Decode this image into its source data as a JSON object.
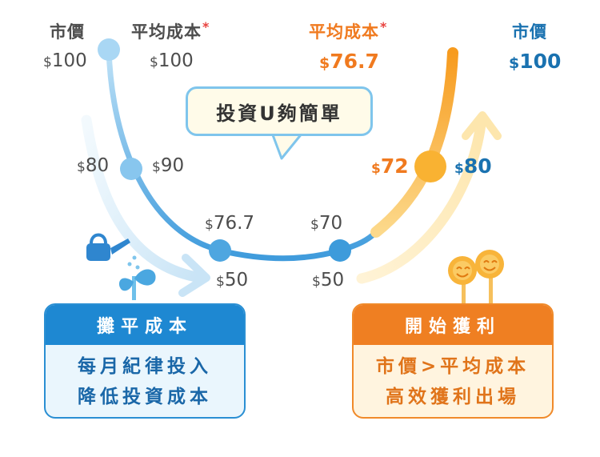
{
  "header": {
    "left_market": "市價",
    "left_cost": "平均成本",
    "right_cost": "平均成本",
    "right_market": "市價",
    "asterisk": "*"
  },
  "currency": "$",
  "prices": {
    "left_market_top": "100",
    "left_cost_top": "100",
    "right_cost_top": "76.7",
    "right_market_top": "100",
    "left_market_mid": "80",
    "left_cost_mid": "90",
    "right_cost_mid": "72",
    "right_market_mid": "80",
    "left_cost_low": "76.7",
    "left_market_low": "50",
    "right_cost_low": "70",
    "right_market_low": "50"
  },
  "bubble": {
    "text": "投資U夠簡單"
  },
  "cards": {
    "left": {
      "title": "攤平成本",
      "line1": "每月紀律投入",
      "line2": "降低投資成本"
    },
    "right": {
      "title": "開始獲利",
      "line1": "市價>平均成本",
      "line2": "高效獲利出場"
    }
  },
  "colors": {
    "blue_curve": "#5aaee3",
    "orange_curve": "#f7a02a",
    "blue_card": "#1e88d2",
    "orange_card": "#ef7f22",
    "bubble_border": "#7fc5ec"
  }
}
